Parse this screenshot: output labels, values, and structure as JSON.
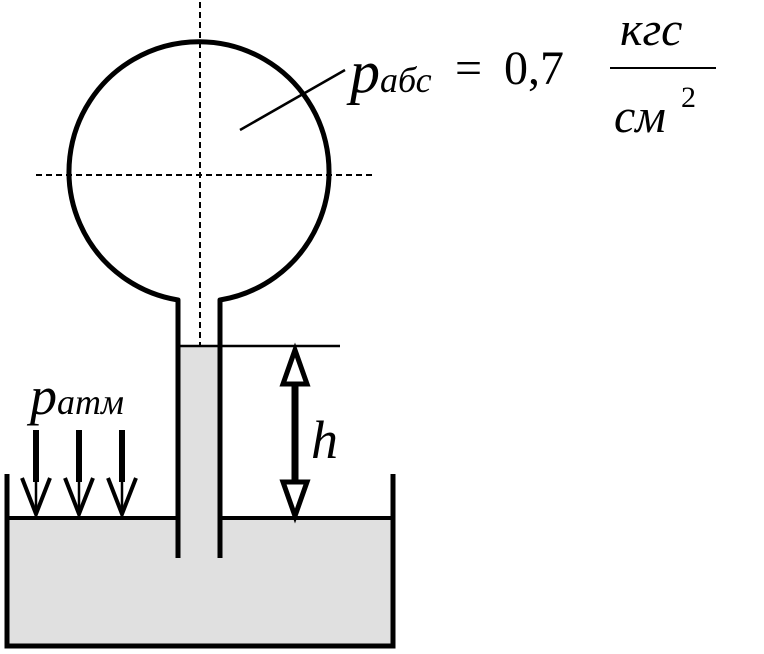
{
  "labels": {
    "p_abs_symbol": "p",
    "p_abs_subscript": "абс",
    "equals": "=",
    "p_abs_value": "0,7",
    "unit_numerator": "кгс",
    "unit_denominator_base": "см",
    "unit_denominator_exponent": "2",
    "p_atm_symbol": "p",
    "p_atm_subscript": "атм",
    "height_label": "h"
  },
  "colors": {
    "line": "#000000",
    "liquid": "#e0e0e0",
    "background": "#ffffff"
  }
}
